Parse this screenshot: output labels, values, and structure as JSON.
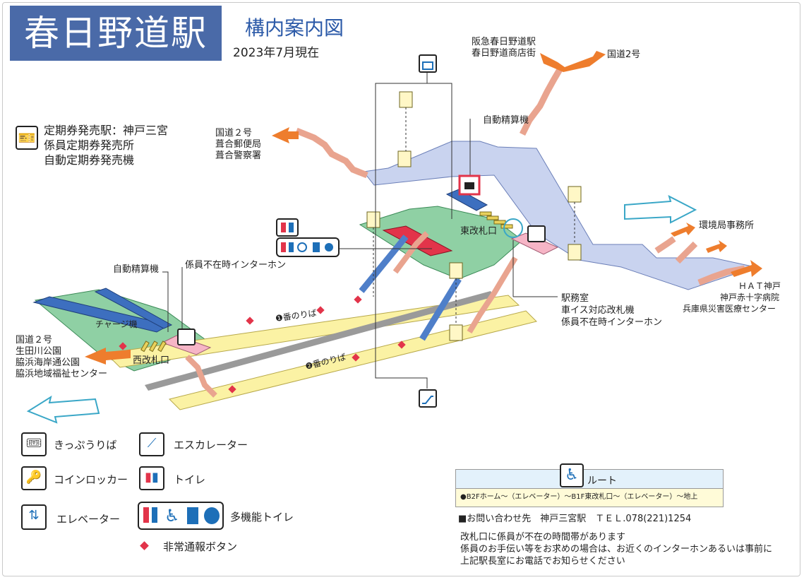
{
  "header": {
    "station_name": "春日野道駅",
    "map_title": "構内案内図",
    "date": "2023年7月現在"
  },
  "pass_info": {
    "line1": "定期券発売駅：神戸三宮",
    "line2": "係員定期券発売所",
    "line3": "自動定期券発売機"
  },
  "map_labels": {
    "hankyu": "阪急春日野道駅",
    "shotengai": "春日野道商店街",
    "route2_ne": "国道2号",
    "nw_route2": "国道２号",
    "nw_post": "葺合郵便局",
    "nw_police": "葺合警察署",
    "auto_fare_top": "自動精算機",
    "east_gate": "東改札口",
    "env_office": "環境局事務所",
    "hat1": "ＨＡＴ神戸",
    "hat2": "神戸赤十字病院",
    "hat3": "兵庫県災害医療センター",
    "auto_fare_left": "自動精算機",
    "intercom": "係員不在時インターホン",
    "charge": "チャージ機",
    "west_gate": "西改札口",
    "w_route2": "国道２号",
    "w_park1": "生田川公園",
    "w_park2": "脇浜海岸通公園",
    "w_welfare": "脇浜地域福祉センター",
    "office1": "駅務室",
    "office2": "車イス対応改札機",
    "office3": "係員不在時インターホン",
    "platform1": "❶番のりば",
    "platform2": "❷番のりば"
  },
  "legend": {
    "ticket": "きっぷうりば",
    "locker": "コインロッカー",
    "elevator": "エレベーター",
    "escalator": "エスカレーター",
    "toilet": "トイレ",
    "multi_toilet": "多機能トイレ",
    "emergency": "非常通報ボタン"
  },
  "route": {
    "title": "ルート",
    "path": "●B2Fホーム～（エレベーター）～B1F東改札口～（エレベーター）～地上"
  },
  "contact": {
    "tel": "■お問い合わせ先　神戸三宮駅　ＴＥＬ.078(221)1254",
    "note1": "改札口に係員が不在の時間帯があります",
    "note2": "係員のお手伝い等をお求めの場合は、お近くのインターホンあるいは事前に",
    "note3": "上記駅長室にお電話でお知らせください"
  },
  "icons": {
    "ticket": "ticket-office-icon",
    "locker": "coin-locker-icon",
    "elevator": "elevator-icon",
    "escalator": "escalator-icon",
    "toilet": "toilet-icon",
    "wheelchair": "wheelchair-icon",
    "emergency": "emergency-button-icon"
  },
  "colors": {
    "title_bg": "#4a6aa8",
    "concourse": "#8fd0a4",
    "passage": "#c9d3ef",
    "platform": "#fbf2a4",
    "track_grey": "#9a9a9a",
    "escalator_blue": "#4f7fc9",
    "stairs": "#e9a48f",
    "red_accent": "#e2344a",
    "arrow_orange": "#ee7d2d"
  }
}
